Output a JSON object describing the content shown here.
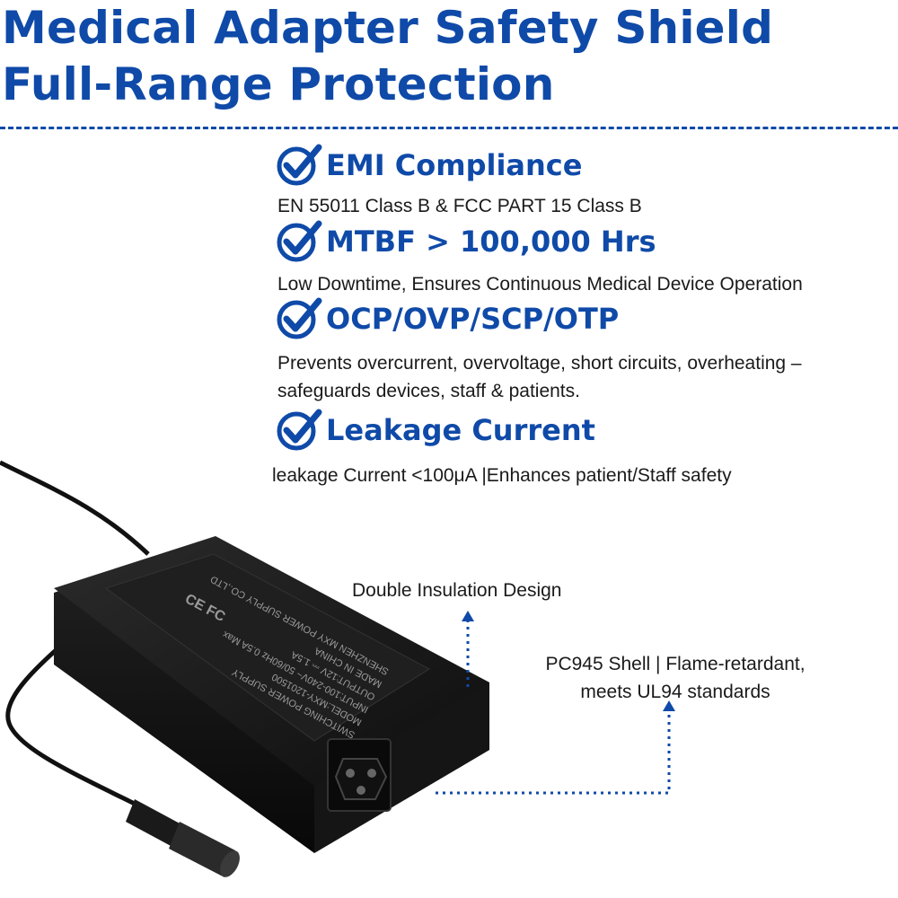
{
  "header": {
    "title_line1": "Medical Adapter Safety Shield",
    "title_line2": "Full-Range Protection"
  },
  "features": [
    {
      "icon": "check-circle-icon",
      "title": "EMI Compliance",
      "description": "EN 55011 Class B & FCC PART 15 Class B"
    },
    {
      "icon": "check-circle-icon",
      "title": "MTBF > 100,000 Hrs",
      "description": "Low Downtime, Ensures Continuous Medical Device Operation"
    },
    {
      "icon": "check-circle-icon",
      "title": "OCP/OVP/SCP/OTP",
      "description_line1": "Prevents overcurrent, overvoltage, short circuits, overheating  –",
      "description_line2": "safeguards devices, staff & patients."
    },
    {
      "icon": "check-circle-icon",
      "title": "Leakage Current",
      "description": "leakage Current <100μA |Enhances patient/Staff safety"
    }
  ],
  "callouts": {
    "insulation": "Double Insulation Design",
    "shell_line1": "PC945 Shell | Flame-retardant,",
    "shell_line2": "meets UL94 standards"
  },
  "label": {
    "line1": "SWITCHING POWER SUPPLY",
    "line2": "MODEL:MXY-1201500",
    "line3": "INPUT:100-240V~  50/60Hz  0.5A Max",
    "line4": "OUTPUT:12V ⎓ 1.5A",
    "line5": "MADE IN CHINA",
    "line6": "SHENZHEN MXY POWER SUPPLY CO.,LTD",
    "marks": "CE  FC"
  },
  "colors": {
    "brand_blue": "#0f4aa8",
    "adapter_body": "#1c1c1c"
  }
}
